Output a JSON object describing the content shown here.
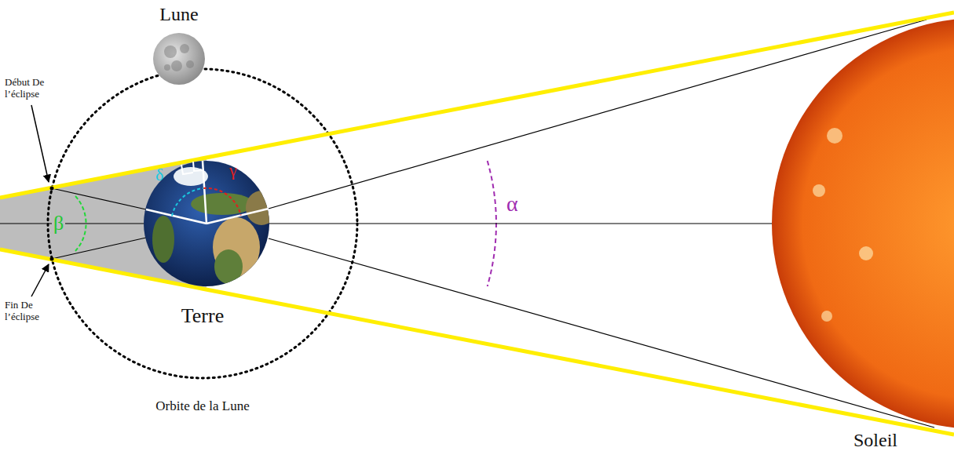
{
  "diagram": {
    "nodes": [
      {
        "text": [
          "Lune"
        ]
      },
      {
        "text": [
          "Terre"
        ]
      },
      {
        "text": [
          "Soleil"
        ]
      }
    ],
    "edges": [
      {
        "from": 1,
        "to": 2,
        "arrow": "none"
      }
    ],
    "labels": [
      "Début De l’éclipse",
      "Fin De l’éclipse",
      "Orbite de la Lune",
      "δ",
      "γ",
      "α",
      "β"
    ]
  }
}
